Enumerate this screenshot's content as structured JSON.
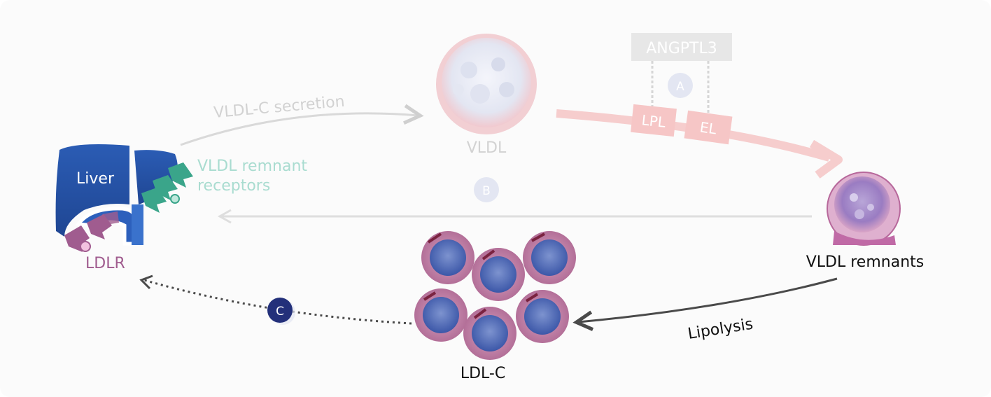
{
  "diagram": {
    "labels": {
      "liver": "Liver",
      "ldlr": "LDLR",
      "vldl_remnant_receptors_1": "VLDL remnant",
      "vldl_remnant_receptors_2": "receptors",
      "vldl_c_secretion": "VLDL-C secretion",
      "vldl": "VLDL",
      "angptl3": "ANGPTL3",
      "lpl": "LPL",
      "el": "EL",
      "vldl_remnants": "VLDL remnants",
      "lipolysis": "Lipolysis",
      "ldl_c": "LDL-C"
    },
    "markers": {
      "a": "A",
      "b": "B",
      "c": "C"
    },
    "colors": {
      "liver_blue": "#2553a8",
      "liver_dark": "#1e3f8f",
      "ldlr_pink": "#a05c8f",
      "receptor_green": "#3aa58a",
      "faded_green": "#a9dcd0",
      "faded_grey": "#cfcfcf",
      "faded_red": "#f6c6c6",
      "dark_arrow": "#4a4a4a",
      "marker_c": "#23307a"
    }
  }
}
